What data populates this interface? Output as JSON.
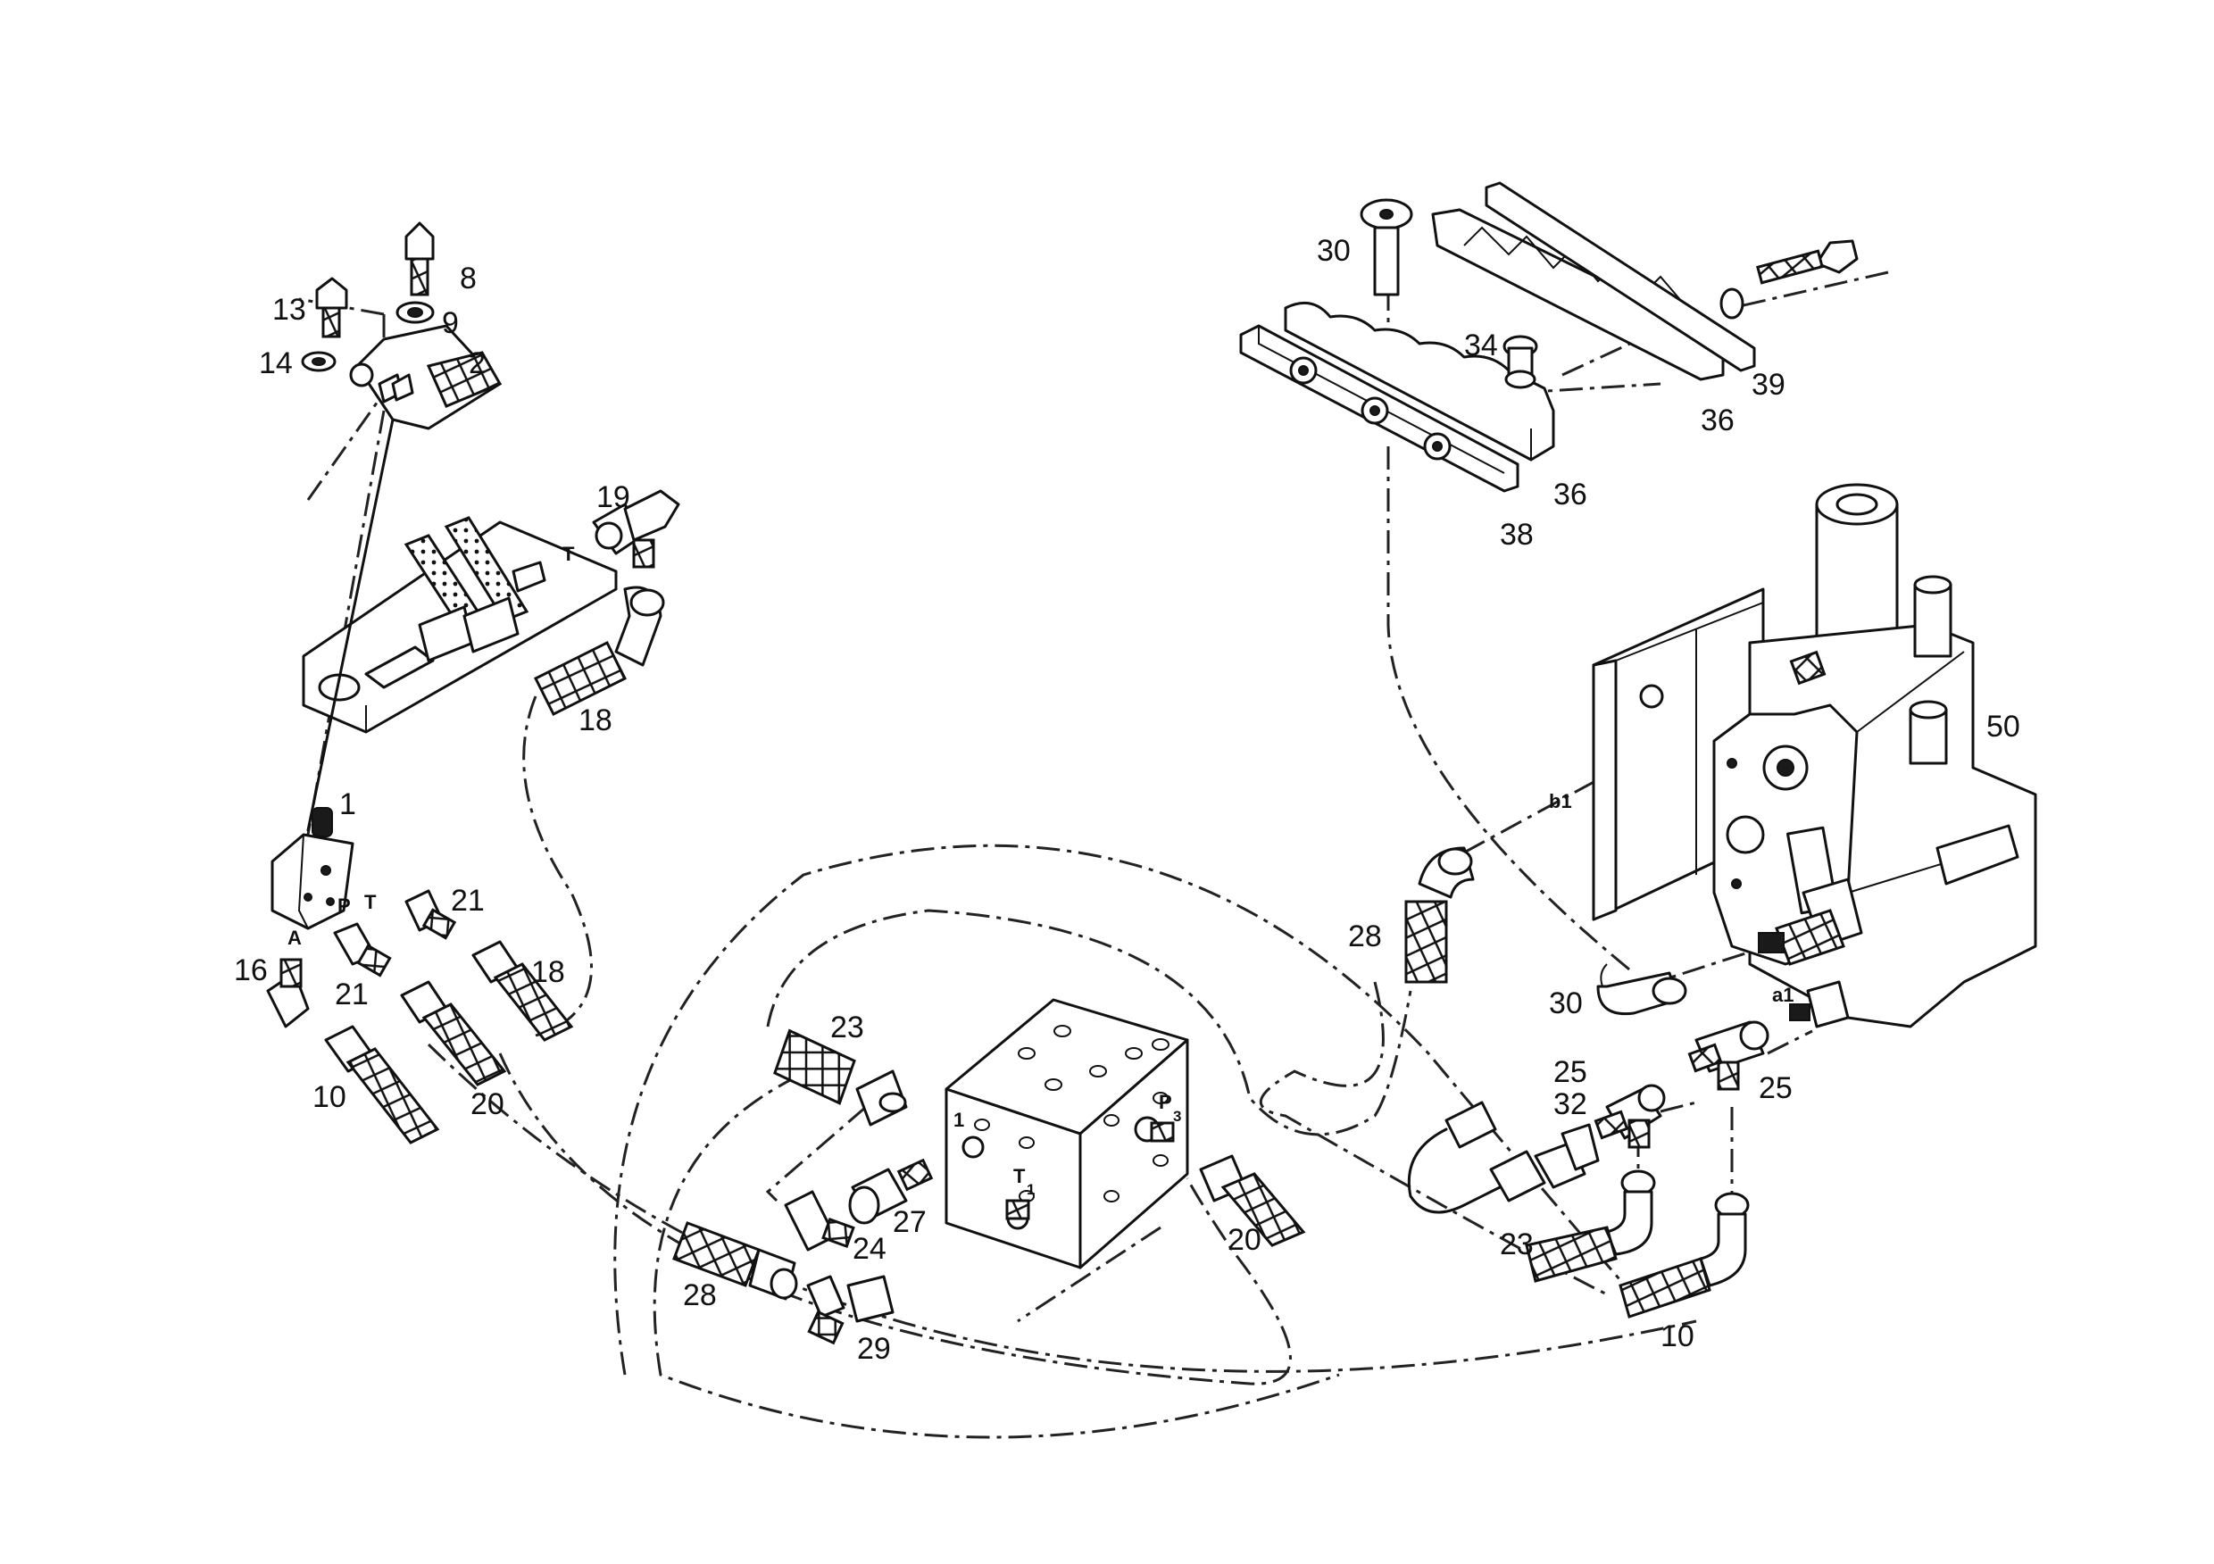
{
  "callouts": {
    "c1": "1",
    "c2": "2",
    "c8": "8",
    "c9": "9",
    "c13": "13",
    "c14": "14",
    "c10a": "10",
    "c10b": "10",
    "c16": "16",
    "c18a": "18",
    "c18b": "18",
    "c19": "19",
    "c20a": "20",
    "c20b": "20",
    "c21a": "21",
    "c21b": "21",
    "c23a": "23",
    "c23b": "23",
    "c24": "24",
    "c25a": "25",
    "c25b": "25",
    "c27": "27",
    "c28a": "28",
    "c28b": "28",
    "c29": "29",
    "c30a": "30",
    "c30b": "30",
    "c32": "32",
    "c34": "34",
    "c36a": "36",
    "c36b": "36",
    "c38": "38",
    "c39": "39",
    "c50": "50"
  },
  "ports": {
    "T_valve": "T",
    "T_pedal": "T",
    "P_valve": "P",
    "A_valve": "A",
    "b1": "b1",
    "a1": "a1",
    "port1": "1",
    "P3": "P",
    "P3_sub": "3",
    "T1": "T",
    "T1_sub": "1"
  }
}
